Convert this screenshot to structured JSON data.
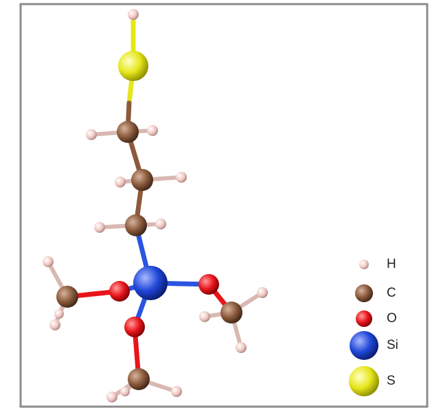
{
  "legend": [
    {
      "symbol": "H",
      "color": "#f2c9c4"
    },
    {
      "symbol": "C",
      "color": "#8b5a3c"
    },
    {
      "symbol": "O",
      "color": "#e8141a"
    },
    {
      "symbol": "Si",
      "color": "#1f46d8"
    },
    {
      "symbol": "S",
      "color": "#e6e61a"
    }
  ],
  "colors": {
    "frame": "#8c8c8c",
    "bond_si_o": "#2a55e0",
    "bond_default": "#8b5a3c"
  }
}
